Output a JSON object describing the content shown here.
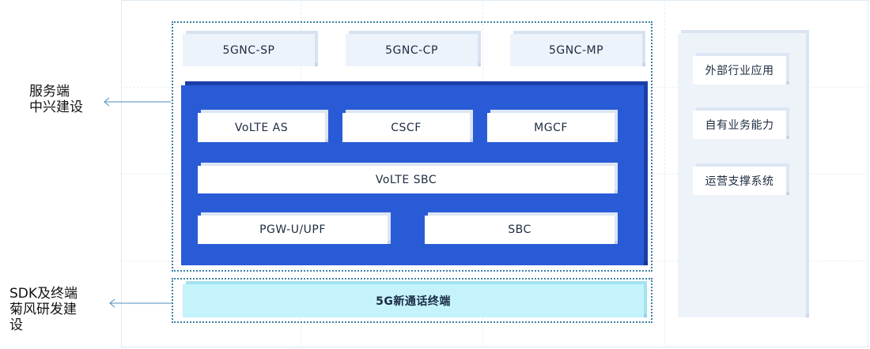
{
  "left_labels": {
    "server": [
      "服务端",
      "中兴建设"
    ],
    "client": [
      "SDK及终端",
      "菊风研发建",
      "设"
    ]
  },
  "top_row": [
    "5GNC-SP",
    "5GNC-CP",
    "5GNC-MP"
  ],
  "core": {
    "row1": [
      "VoLTE AS",
      "CSCF",
      "MGCF"
    ],
    "row2": "VoLTE SBC",
    "row3": [
      "PGW-U/UPF",
      "SBC"
    ]
  },
  "terminal": "5G新通话终端",
  "side_items": [
    "外部行业应用",
    "自有业务能力",
    "运营支撑系统"
  ],
  "colors": {
    "core_blue": "#2a5bd7",
    "terminal_cyan": "#c4f3fb",
    "dashed_border": "#3c7fa3"
  }
}
